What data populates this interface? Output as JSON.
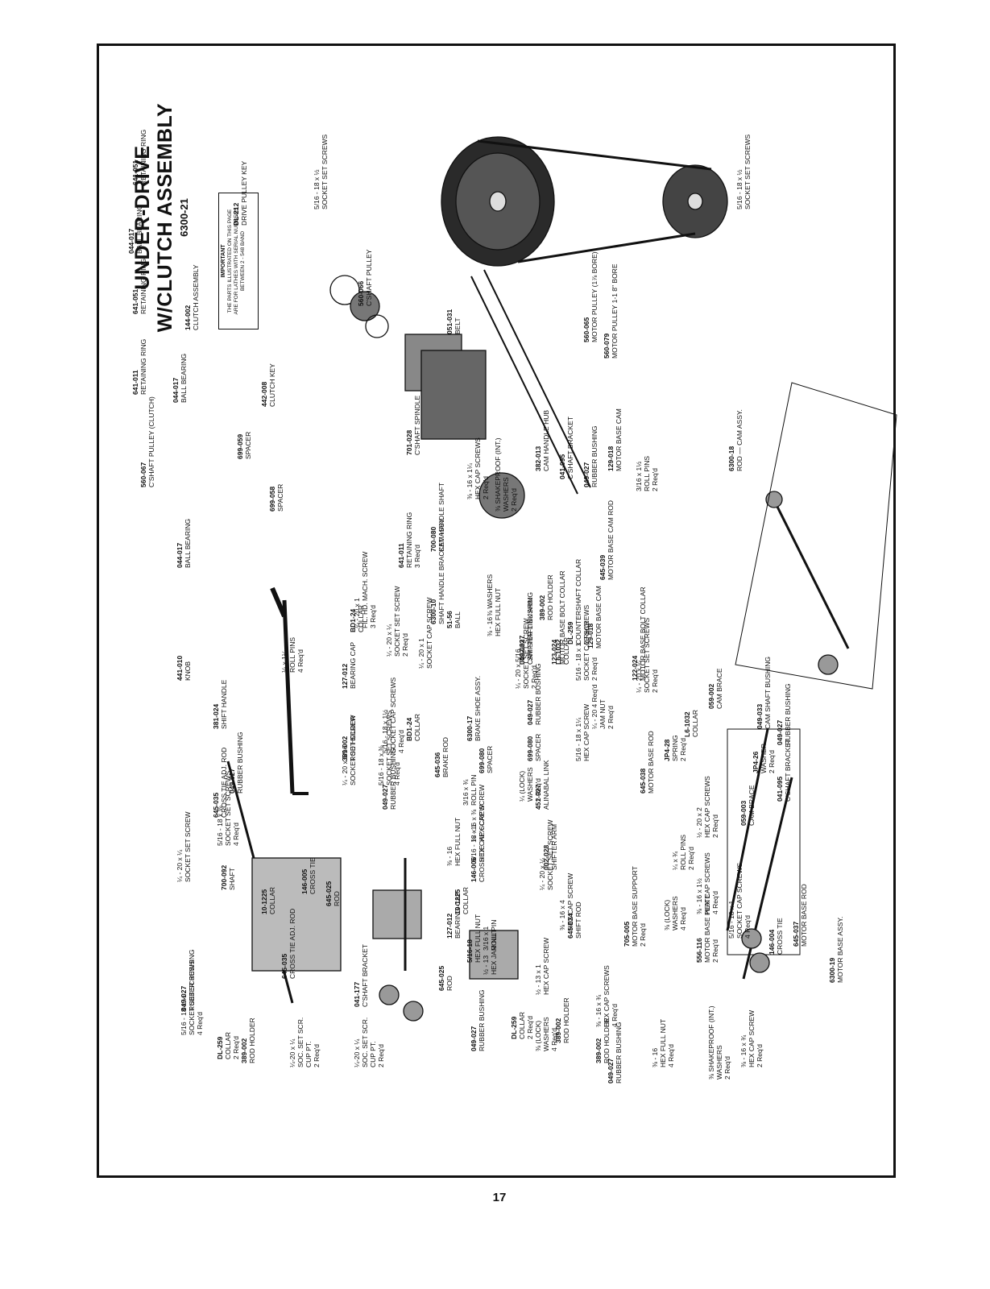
{
  "title": {
    "line1": "UNDER-DRIVE",
    "line2": "W/CLUTCH ASSEMBLY",
    "code": "6300-21"
  },
  "important_note": {
    "heading": "IMPORTANT",
    "text": "THE PARTS ILLUSTRATED ON THIS PAGE\nARE FOR LATHES WITH SERIAL NUMBERS\nBETWEEN 2 - 548 BAND"
  },
  "page_number": "17",
  "labels": [
    {
      "num": "641-051",
      "text": "RETAINING RING"
    },
    {
      "num": "044-017",
      "text": "BALL BEARING"
    },
    {
      "num": "144-002",
      "text": "CLUTCH ASSEMBLY"
    },
    {
      "num": "641-051",
      "text": "RETAINING RING"
    },
    {
      "num": "641-011",
      "text": "RETAINING RING"
    },
    {
      "num": "044-017",
      "text": "BALL BEARING"
    },
    {
      "num": "560-067",
      "text": "C'SHAFT PULLEY (CLUTCH)"
    },
    {
      "num": "044-017",
      "text": "BALL BEARING"
    },
    {
      "num": "699-059",
      "text": "SPACER"
    },
    {
      "num": "699-058",
      "text": "SPACER"
    },
    {
      "num": "442-008",
      "text": "CLUTCH KEY"
    },
    {
      "num": "DL-212",
      "text": "DRIVE PULLEY KEY"
    },
    {
      "num": "",
      "text": "5/16 - 18 x ½\nSOCKET SET SCREWS"
    },
    {
      "num": "560-066",
      "text": "C'SHAFT PULLEY"
    },
    {
      "num": "051-031",
      "text": "BELT"
    },
    {
      "num": "560-065",
      "text": "MOTOR PULLEY (1⅞ BORE)"
    },
    {
      "num": "560-079",
      "text": "MOTOR PULLEY 1-1 8\" BORE"
    },
    {
      "num": "",
      "text": "5/16 - 18 x ½\nSOCKET SET SCREWS"
    },
    {
      "num": "701-028",
      "text": "C'SHAFT SPINDLE"
    },
    {
      "num": "641-011",
      "text": "RETAINING RING\n3 Req'd"
    },
    {
      "num": "700-080",
      "text": "CAM HANDLE SHAFT"
    },
    {
      "num": "",
      "text": "⅜ - 16 x 1¼\nHEX CAP SCREWS\n2 Req'd"
    },
    {
      "num": "",
      "text": "⅜ SHAKEPROOF (INT.)\nWASHERS\n2 Req'd"
    },
    {
      "num": "382-013",
      "text": "CAM HANDLE HUB"
    },
    {
      "num": "041-095",
      "text": "C'SHAFT BRACKET"
    },
    {
      "num": "049-027",
      "text": "RUBBER BUSHING"
    },
    {
      "num": "129-018",
      "text": "MOTOR BASE CAM"
    },
    {
      "num": "",
      "text": "3/16 x 1½\nROLL PINS\n2 Req'd"
    },
    {
      "num": "6300-18",
      "text": "ROD — CAM ASSY."
    },
    {
      "num": "645-039",
      "text": "MOTOR BASE CAM ROD"
    },
    {
      "num": "129-018",
      "text": "MOTOR BASE CAM"
    },
    {
      "num": "122-024",
      "text": "MOTOR BASE BOLT COLLAR"
    },
    {
      "num": "L6-1032",
      "text": "COLLAR"
    },
    {
      "num": "",
      "text": "⅜ WASHERS"
    },
    {
      "num": "",
      "text": "⅜ - 16\nHEX FULL NUT"
    },
    {
      "num": "51-56",
      "text": "BALL"
    },
    {
      "num": "049-033",
      "text": "CAM SHAFT BUSHING"
    },
    {
      "num": "123-024",
      "text": "MOTOR BASE BOLT COLLAR"
    },
    {
      "num": "",
      "text": "¼ - 20 x 5/16\nSOCKET SET SCREW\n2 Req'd"
    },
    {
      "num": "049-033",
      "text": "CAM SHAFT BUSHING"
    },
    {
      "num": "049-027",
      "text": "RUBBER BUSHING"
    },
    {
      "num": "059-002",
      "text": "CAM BRACE"
    },
    {
      "num": "L6-1032",
      "text": "COLLAR"
    },
    {
      "num": "",
      "text": "¼ - 20 x ¼\nSOCKET SET SCREWS\n2 Req'd"
    },
    {
      "num": "JP4-28",
      "text": "SPRING\n2 Req'd"
    },
    {
      "num": "JP4-26",
      "text": "WASHER\n2 Req'd"
    },
    {
      "num": "041-095",
      "text": "C'SHAFT BRACKET"
    },
    {
      "num": "645-038",
      "text": "MOTOR BASE ROD"
    },
    {
      "num": "059-003",
      "text": "CAM BRACE"
    },
    {
      "num": "",
      "text": "½ - 20 x 2\nHEX CAP SCREWS\n2 Req'd"
    },
    {
      "num": "",
      "text": "¼ x ¾\nROLL PINS\n2 Req'd"
    },
    {
      "num": "",
      "text": "⅜ - 16 x 1½\nHEX CAP SCREWS\n4 Req'd"
    },
    {
      "num": "146-004",
      "text": "CROSS TIE"
    },
    {
      "num": "556-116",
      "text": "MOTOR BASE PLATE\n2 Req'd"
    },
    {
      "num": "",
      "text": "5/16 - 18 x 1\nSOCKET CAP SCREWS\n4 Req'd"
    },
    {
      "num": "",
      "text": "⅜ (LOCK)\nWASHERS\n4 Req'd"
    },
    {
      "num": "6300-19",
      "text": "MOTOR BASE ASSY."
    },
    {
      "num": "645-037",
      "text": "MOTOR BASE ROD"
    },
    {
      "num": "",
      "text": "⅜ - 16 x ¾\nHEX CAP SCREW\n2 Req'd"
    },
    {
      "num": "",
      "text": "⅜ SHAKEPROOF (INT.)\nWASHERS\n2 Req'd"
    },
    {
      "num": "705-005",
      "text": "MOTOR BASE SUPPORT\n2 Req'd"
    },
    {
      "num": "",
      "text": "⅜ - 16\nHEX FULL NUT\n4 Req'd"
    },
    {
      "num": "049-027",
      "text": "RUBBER BUSHING"
    },
    {
      "num": "389-002",
      "text": "ROD HOLDER"
    },
    {
      "num": "441-010",
      "text": "KNOB"
    },
    {
      "num": "381-024",
      "text": "SHIFT HANDLE"
    },
    {
      "num": "",
      "text": "¼ - 20 x 1\nFIL. HD. MACH. SCREW\n3 Req'd"
    },
    {
      "num": "BD1-24",
      "text": "COLLAR"
    },
    {
      "num": "",
      "text": "¼ - 20 x ¼\nSOCKET SET SCREW\n2 Req'd"
    },
    {
      "num": "6300-10",
      "text": "SHAFT HANDLE BRACKET ASSY."
    },
    {
      "num": "",
      "text": "¼ - 20 x 1\nSOCKET CAP SCREW"
    },
    {
      "num": "BD1-24",
      "text": "COLLAR"
    },
    {
      "num": "389-002",
      "text": "ROD HOLDER"
    },
    {
      "num": "DL-259",
      "text": "COUNTERSHAFT COLLAR\n2 Req'd"
    },
    {
      "num": "",
      "text": "5/16 - 18 x 1\nSOCKET CAP SCREWS\n2 Req'd"
    },
    {
      "num": "",
      "text": "¼ - 20 4 Req'd\nJAM NUT\n2 Req'd"
    },
    {
      "num": "002-027",
      "text": "SHIFTER LINK ARM"
    },
    {
      "num": "049-027",
      "text": "RUBBER BUSHING"
    },
    {
      "num": "",
      "text": "5/16 - 18 x 1¼\nHEX CAP SCREW"
    },
    {
      "num": "699-080",
      "text": "SPACER"
    },
    {
      "num": "",
      "text": "¼ (LOCK)\nWASHERS\n2 Req'd"
    },
    {
      "num": "451-027",
      "text": "ALINABAL LINK"
    },
    {
      "num": "699-080",
      "text": "SPACER"
    },
    {
      "num": "6300-17",
      "text": "BRAKE SHOE ASSY."
    },
    {
      "num": "",
      "text": "3/16 x ¾\nROLL PIN"
    },
    {
      "num": "645-036",
      "text": "BRAKE ROD"
    },
    {
      "num": "",
      "text": "⅜ - 16 x ⅜\nHEX CAP SCREW"
    },
    {
      "num": "",
      "text": "5/16 - 18 x 1\nHEX CAP SCREW"
    },
    {
      "num": "002-028",
      "text": "SHIFTER ARM"
    },
    {
      "num": "",
      "text": "¼ - 20 x ¼\nSOCKET SET SCREW"
    },
    {
      "num": "645-034",
      "text": "SHIFT ROD"
    },
    {
      "num": "",
      "text": "⅛ x 1¼\nROLL PINS\n4 Req'd"
    },
    {
      "num": "127-012",
      "text": "BEARING CAP"
    },
    {
      "num": "389-002",
      "text": "ROD HOLDER"
    },
    {
      "num": "",
      "text": "5/16 - 18 x 1½\nSOCKET CAP SCREWS\n4 Req'd"
    },
    {
      "num": "049-027",
      "text": "RUBBER BUSHING"
    },
    {
      "num": "",
      "text": "5/16 - 18 x ⅜\nSOCKET SET SCREWS\n4 Req'd"
    },
    {
      "num": "",
      "text": "¼ - 20 x 5/16\nSOCKET SET SCREW"
    },
    {
      "num": "",
      "text": "⅜ - 16\nHEX FULL NUT"
    },
    {
      "num": "146-006",
      "text": "CROSS TIE"
    },
    {
      "num": "10-1225",
      "text": "COLLAR"
    },
    {
      "num": "",
      "text": "⅜ - 16 x 4\nHEX CAP SCREW"
    },
    {
      "num": "",
      "text": "½ - 13 x 1\nHEX CAP SCREW"
    },
    {
      "num": "",
      "text": "½ - 13\nHEX JAM NUT"
    },
    {
      "num": "",
      "text": "3/16 x 1\nROLL PIN"
    },
    {
      "num": "5/16-18",
      "text": "HEX FULL NUT"
    },
    {
      "num": "645-025",
      "text": "ROD"
    },
    {
      "num": "127-012",
      "text": "BEARING CAP"
    },
    {
      "num": "",
      "text": "⅜ - 16 x ¾\nHEX CAP SCREWS\n4 Req'd"
    },
    {
      "num": "",
      "text": "⅜ (LOCK)\nWASHERS\n4 Req'd"
    },
    {
      "num": "389-002",
      "text": "ROD HOLDER"
    },
    {
      "num": "049-027",
      "text": "RUBBER BUSHING"
    },
    {
      "num": "DL-259",
      "text": "COLLAR\n2 Req'd"
    },
    {
      "num": "049-027",
      "text": "RUBBER BUSHING"
    },
    {
      "num": "645-035",
      "text": "CROSS TIE ADJ. ROD"
    },
    {
      "num": "",
      "text": "5/16 - 18 x ⅜\nSOCKET SET SCREWS\n4 Req'd"
    },
    {
      "num": "",
      "text": "¼ - 20 x ¼\nSOCKET SET SCREW"
    },
    {
      "num": "700-092",
      "text": "SHAFT"
    },
    {
      "num": "10-1225",
      "text": "COLLAR"
    },
    {
      "num": "146-005",
      "text": "CROSS TIE"
    },
    {
      "num": "645-025",
      "text": "ROD"
    },
    {
      "num": "645-035",
      "text": "CROSS TIE ADJ. ROD"
    },
    {
      "num": "",
      "text": "5/16 - 18 x ½\nSOCKET SET SCREWS\n4 Req'd"
    },
    {
      "num": "049-027",
      "text": "RUBBER BUSHING"
    },
    {
      "num": "389-002",
      "text": "ROD HOLDER"
    },
    {
      "num": "DL-259",
      "text": "COLLAR\n2 Req'd"
    },
    {
      "num": "041-177",
      "text": "C'SHAFT BRACKET"
    },
    {
      "num": "",
      "text": "¼-20 x ¼\nSOC. SET SCR.\nCUP PT.\n2 Req'd"
    },
    {
      "num": "",
      "text": "¼-20 x ¼\nSOC. SET SCR.\nCUP PT.\n2 Req'd"
    }
  ]
}
